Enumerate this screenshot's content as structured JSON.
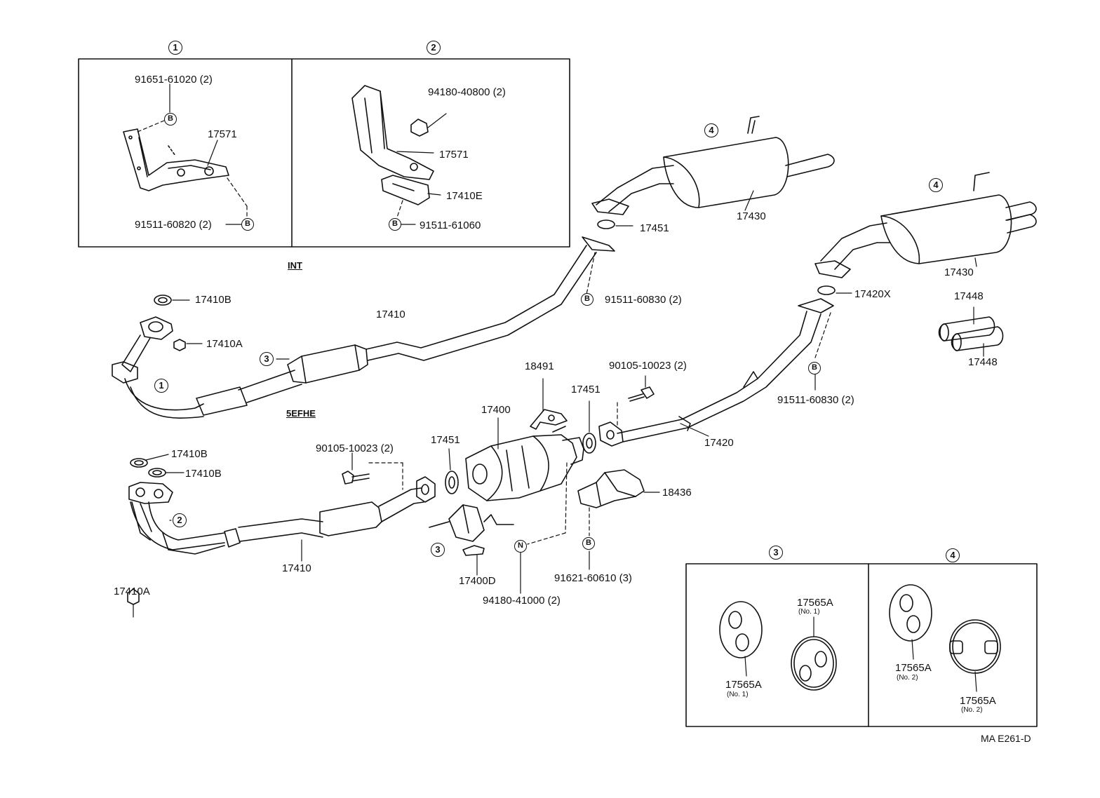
{
  "diagram_code": "MA E261-D",
  "engine_labels": {
    "int": "INT",
    "efhe": "5EFHE"
  },
  "callouts": {
    "c1": "1",
    "c2": "2",
    "c3": "3",
    "c4": "4"
  },
  "circle_marks": {
    "b": "B",
    "n": "N"
  },
  "inset1": {
    "bolt_top": "91651-61020 (2)",
    "bracket": "17571",
    "bolt_bottom": "91511-60820 (2)"
  },
  "inset2": {
    "nut": "94180-40800 (2)",
    "bracket": "17571",
    "support": "17410E",
    "bolt": "91511-61060"
  },
  "upper": {
    "gasket_b": "17410B",
    "nut_a": "17410A",
    "pipe": "17410",
    "gasket": "17451",
    "bolt": "91511-60830 (2)",
    "muffler": "17430"
  },
  "right": {
    "muffler": "17430",
    "gasket": "17420X",
    "bolt": "91511-60830 (2)",
    "tail_top": "17448",
    "tail_bottom": "17448",
    "pipe": "17420",
    "bolt_top": "90105-10023 (2)"
  },
  "lower": {
    "gasket_b1": "17410B",
    "gasket_b2": "17410B",
    "nut_a": "17410A",
    "pipe": "17410",
    "bolt": "90105-10023 (2)",
    "gasket_left": "17451",
    "converter": "17400",
    "bracket": "18491",
    "gasket_right": "17451",
    "insulator": "18436",
    "hanger": "17400D",
    "nut_n": "94180-41000 (2)",
    "bolt_b": "91621-60610 (3)"
  },
  "box3": {
    "part_a": "17565A",
    "note_a": "(No. 1)",
    "part_b": "17565A",
    "note_b": "(No. 1)"
  },
  "box4": {
    "part_a": "17565A",
    "note_a": "(No. 2)",
    "part_b": "17565A",
    "note_b": "(No. 2)"
  }
}
